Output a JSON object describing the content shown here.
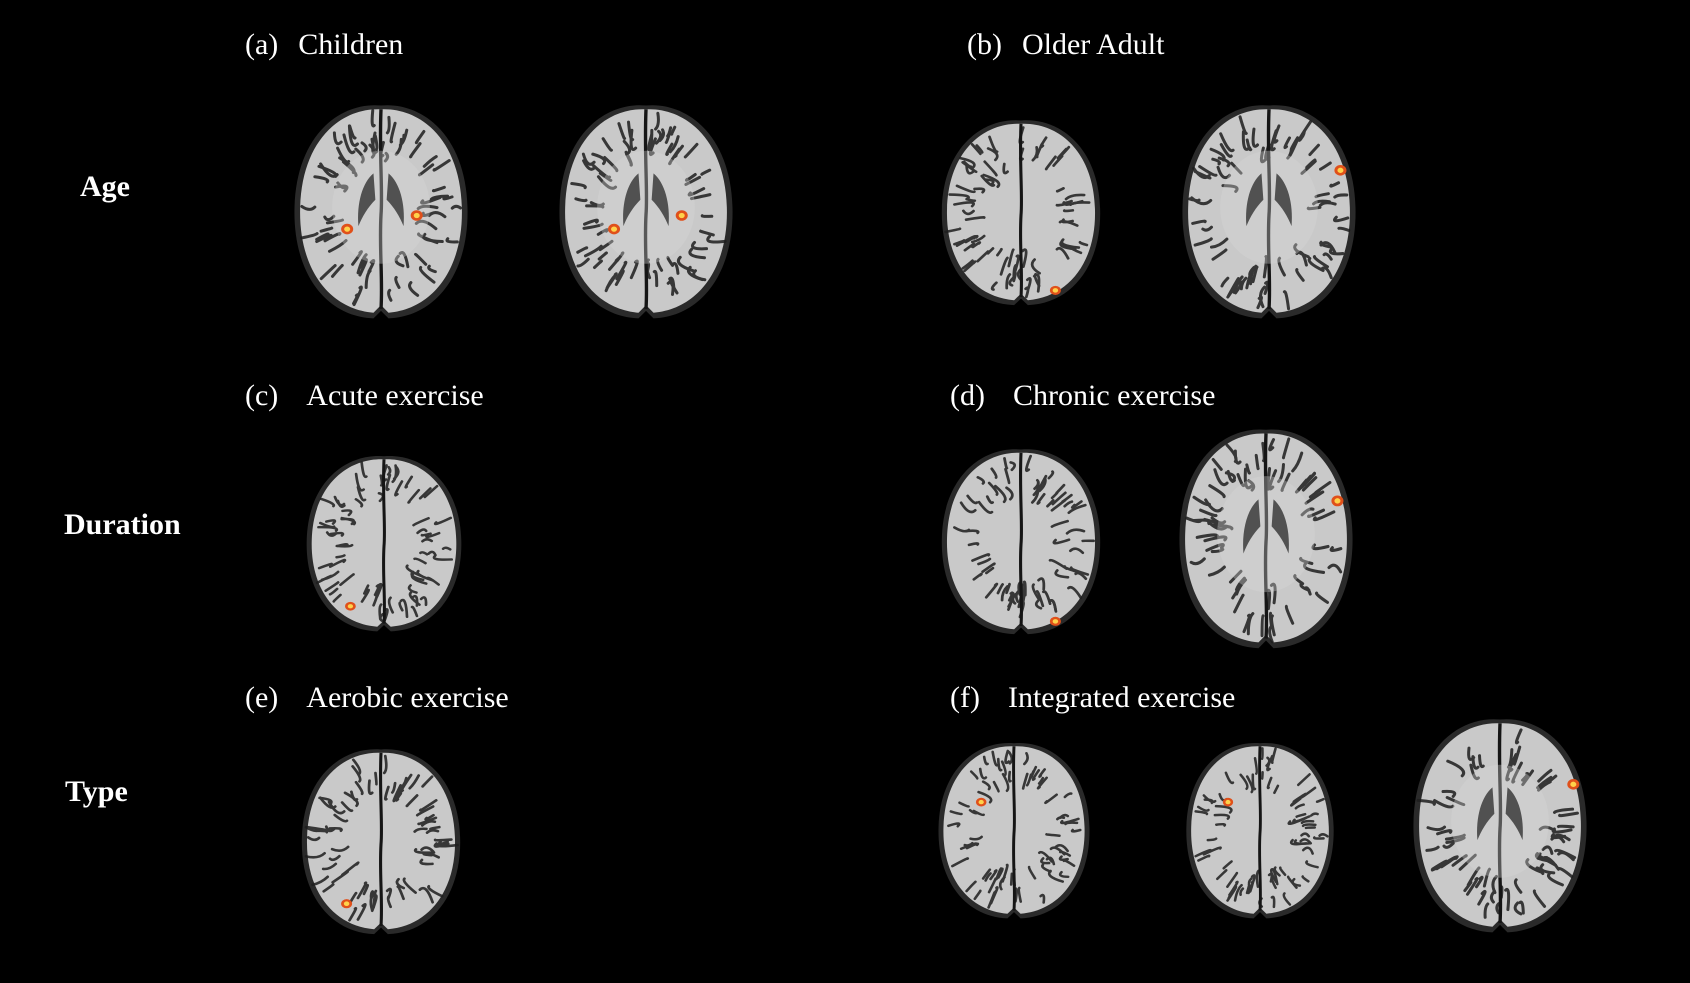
{
  "rows": [
    {
      "label": "Age"
    },
    {
      "label": "Duration"
    },
    {
      "label": "Type"
    }
  ],
  "panels": [
    {
      "letter": "(a)",
      "title": "Children",
      "slices": [
        {
          "kind": "ventricle",
          "activations": [
            [
              0.32,
              0.58
            ],
            [
              0.69,
              0.52
            ]
          ]
        },
        {
          "kind": "ventricle",
          "activations": [
            [
              0.33,
              0.58
            ],
            [
              0.69,
              0.52
            ]
          ]
        }
      ]
    },
    {
      "letter": "(b)",
      "title": "Older Adult",
      "slices": [
        {
          "kind": "superior",
          "activations": [
            [
              0.7,
              0.9
            ]
          ]
        },
        {
          "kind": "ventricle",
          "activations": [
            [
              0.88,
              0.32
            ]
          ]
        }
      ]
    },
    {
      "letter": "(c)",
      "title": "Acute exercise",
      "slices": [
        {
          "kind": "superior",
          "activations": [
            [
              0.3,
              0.84
            ]
          ]
        }
      ]
    },
    {
      "letter": "(d)",
      "title": "Chronic exercise",
      "slices": [
        {
          "kind": "superior",
          "activations": [
            [
              0.7,
              0.91
            ]
          ]
        },
        {
          "kind": "ventricle",
          "activations": [
            [
              0.88,
              0.34
            ]
          ]
        }
      ]
    },
    {
      "letter": "(e)",
      "title": "Aerobic exercise",
      "slices": [
        {
          "kind": "superior",
          "activations": [
            [
              0.3,
              0.82
            ]
          ]
        }
      ]
    },
    {
      "letter": "(f)",
      "title": "Integrated exercise",
      "slices": [
        {
          "kind": "superior",
          "activations": [
            [
              0.3,
              0.35
            ]
          ]
        },
        {
          "kind": "superior",
          "activations": [
            [
              0.3,
              0.35
            ]
          ]
        },
        {
          "kind": "ventricle",
          "activations": [
            [
              0.89,
              0.32
            ]
          ]
        }
      ]
    }
  ],
  "colors": {
    "background": "#000000",
    "brain_matter": "#c9c9c9",
    "brain_outline": "#1e1e1e",
    "activation_outer": "#e0501a",
    "activation_inner": "#ffd24a"
  }
}
